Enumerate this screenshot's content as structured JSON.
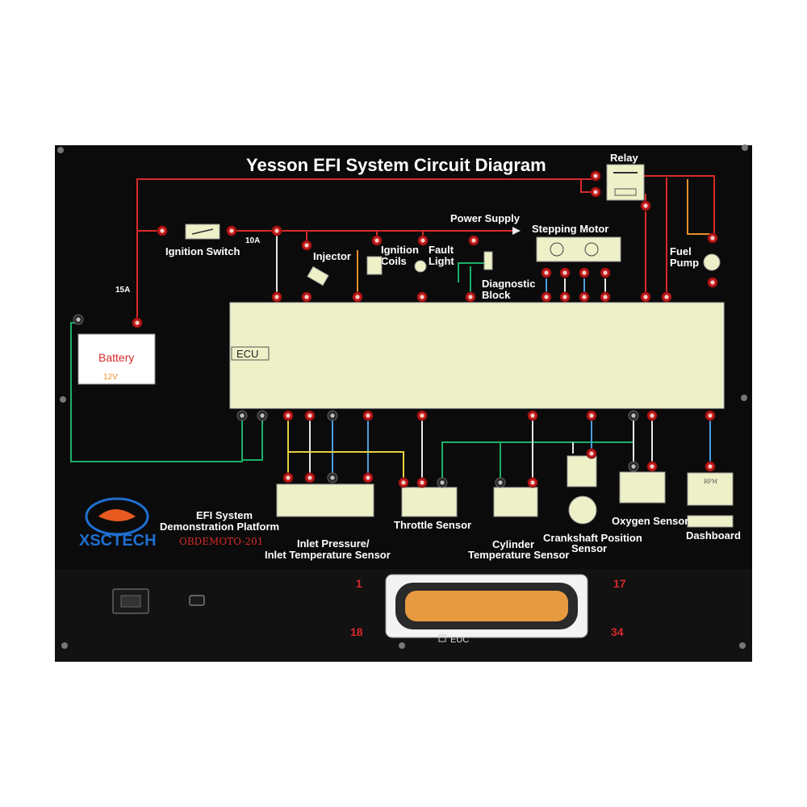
{
  "title": "Yesson EFI System Circuit Diagram",
  "labels": {
    "relay": "Relay",
    "power_supply": "Power Supply",
    "stepping_motor": "Stepping Motor",
    "ignition_switch": "Ignition Switch",
    "fuse_10a": "10A",
    "fuse_15a": "15A",
    "injector": "Injector",
    "ignition_coils_1": "Ignition",
    "ignition_coils_2": "Coils",
    "fault_light_1": "Fault",
    "fault_light_2": "Light",
    "diagnostic_block_1": "Diagnostic",
    "diagnostic_block_2": "Block",
    "fuel_pump_1": "Fuel",
    "fuel_pump_2": "Pump",
    "battery": "Battery",
    "battery_voltage": "12V",
    "ecu": "ECU",
    "throttle_sensor": "Throttle Sensor",
    "oxygen_sensor": "Oxygen Sensor",
    "dashboard": "Dashboard",
    "inlet_sensor_1": "Inlet Pressure/",
    "inlet_sensor_2": "Inlet Temperature Sensor",
    "cylinder_sensor_1": "Cylinder",
    "cylinder_sensor_2": "Temperature Sensor",
    "crankshaft_sensor_1": "Crankshaft Position",
    "crankshaft_sensor_2": "Sensor",
    "efi_system_1": "EFI System",
    "efi_system_2": "Demonstration Platform",
    "model": "OBDEMOTO-201",
    "brand": "XSCTECH",
    "connector_pin_1": "1",
    "connector_pin_17": "17",
    "connector_pin_18": "18",
    "connector_pin_34": "34",
    "connector_label": "EUC",
    "rpm": "RPM"
  },
  "colors": {
    "panel": "#0b0b0b",
    "wire_red": "#d82a2a",
    "wire_white": "#e8e8e8",
    "wire_green": "#19b06a",
    "wire_orange": "#e8902a",
    "wire_blue": "#4aa0e0",
    "wire_yellow": "#e8d040",
    "ecu_fill": "#eef0c8",
    "connector_pins": "#e89a40"
  }
}
